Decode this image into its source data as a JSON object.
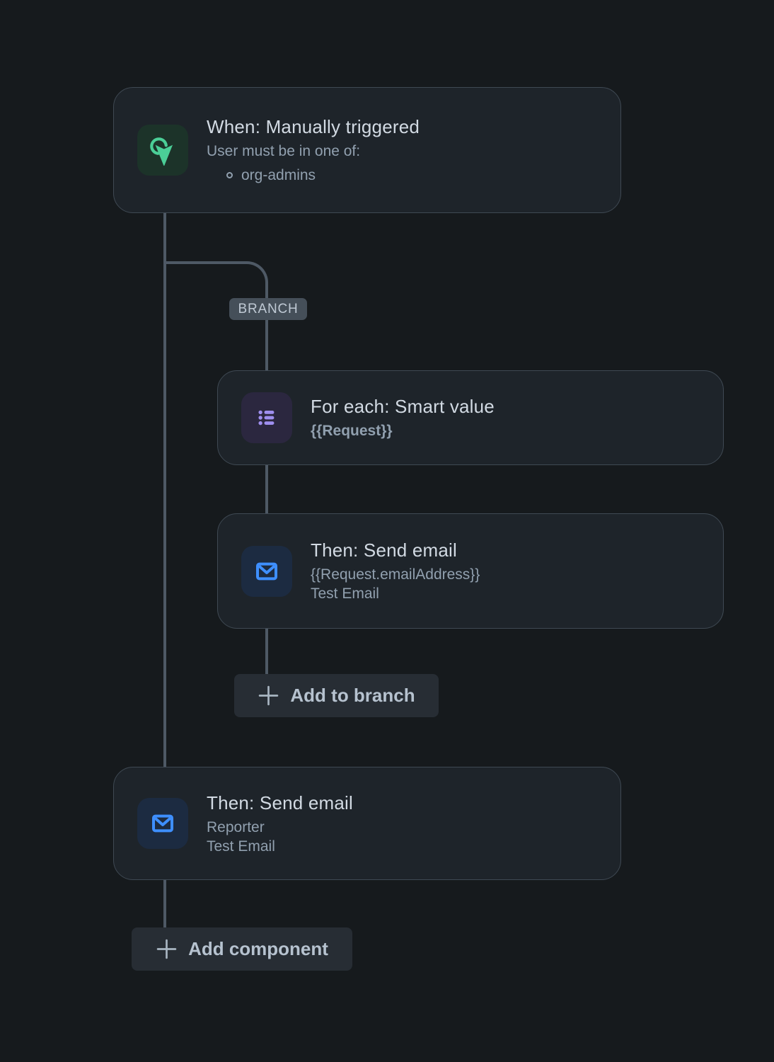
{
  "page": {
    "background": "#161A1D",
    "connector_color": "#4E5965"
  },
  "branch_label": {
    "text": "BRANCH",
    "bg": "#454F59",
    "text_color": "#BFC9D4"
  },
  "cards": {
    "bg": "#1E242A",
    "border": "#3F4953",
    "trigger": {
      "title": "When: Manually triggered",
      "subtitle": "User must be in one of:",
      "list_items": [
        "org-admins"
      ],
      "icon": {
        "name": "manual-trigger-icon",
        "color": "#4BCE97",
        "bg": "#1C3329"
      }
    },
    "for_each": {
      "title": "For each: Smart value",
      "smart_value": "{{Request}}",
      "icon": {
        "name": "list-icon",
        "color": "#9F8FEF",
        "bg": "#2B273F"
      }
    },
    "send_email_branch": {
      "title": "Then: Send email",
      "recipient": "{{Request.emailAddress}}",
      "subject": "Test Email",
      "icon": {
        "name": "email-icon",
        "color": "#3E8FFF",
        "bg": "#1C2B41"
      }
    },
    "send_email_main": {
      "title": "Then: Send email",
      "recipient": "Reporter",
      "subject": "Test Email",
      "icon": {
        "name": "email-icon",
        "color": "#3E8FFF",
        "bg": "#1C2B41"
      }
    }
  },
  "buttons": {
    "add_to_branch": "Add to branch",
    "add_component": "Add component"
  }
}
